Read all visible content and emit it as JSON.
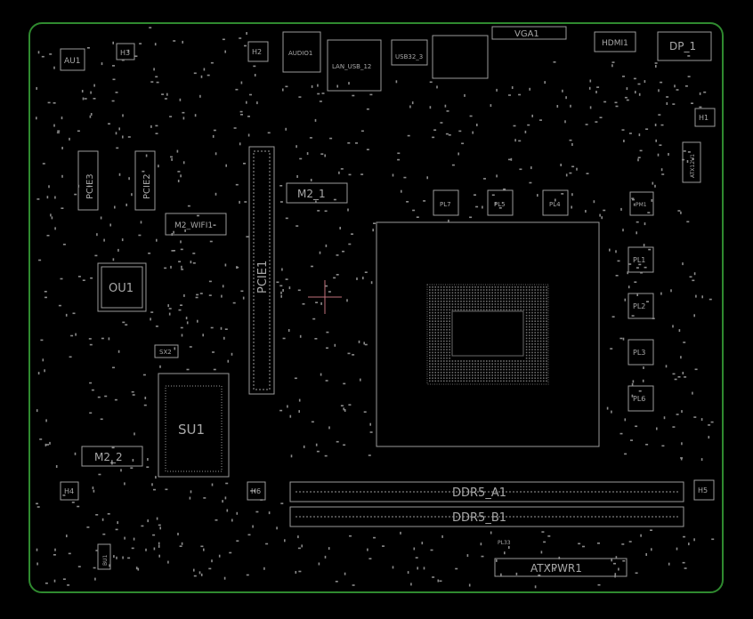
{
  "colors": {
    "background": "#000000",
    "outline": "#2f8a2f",
    "silk": "#9a9a9a",
    "label": "#a8a8a8",
    "cursor": "#c0707a"
  },
  "labels": {
    "au1": "AU1",
    "h3": "H3",
    "h2": "H2",
    "audio1": "AUDIO1",
    "lan": "LAN_USB_12",
    "usb": "USB32_3",
    "vga": "VGA1",
    "hdmi": "HDMI1",
    "dp": "DP_1",
    "h1": "H1",
    "atxv": "ATX12V1",
    "pcie3a": "PCIE3",
    "pcie3b": "PCIE2",
    "m2wifi": "M2_WIFI1",
    "m21": "M2_1",
    "pcie1": "PCIE1",
    "pl7": "PL7",
    "pl5": "PL5",
    "pl4": "PL4",
    "pm1": "PM1",
    "pl1": "PL1",
    "pl2": "PL2",
    "pl3": "PL3",
    "pl6": "PL6",
    "ou1": "OU1",
    "sx2": "SX2",
    "su1": "SU1",
    "m22": "M2_2",
    "h4": "H4",
    "h6": "H6",
    "h5": "H5",
    "ddr_a1": "DDR5_A1",
    "ddr_b1": "DDR5_B1",
    "atxpwr": "ATXPWR1",
    "bu1": "BU1",
    "pl33": "PL33"
  }
}
